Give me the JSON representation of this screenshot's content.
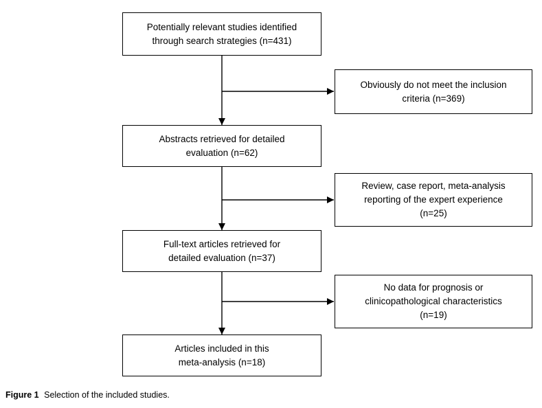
{
  "figure": {
    "caption_label": "Figure 1",
    "caption_text": "Selection of the included studies."
  },
  "flowchart": {
    "main_boxes": [
      {
        "id": "identified",
        "n": 431,
        "lines": [
          "Potentially relevant studies identified",
          "through search strategies (n=431)"
        ]
      },
      {
        "id": "abstracts-retrieved",
        "n": 62,
        "lines": [
          "Abstracts retrieved for detailed",
          "evaluation (n=62)"
        ]
      },
      {
        "id": "fulltext-retrieved",
        "n": 37,
        "lines": [
          "Full-text articles retrieved for",
          "detailed evaluation (n=37)"
        ]
      },
      {
        "id": "included",
        "n": 18,
        "lines": [
          "Articles included in this",
          "meta-analysis (n=18)"
        ]
      }
    ],
    "exclusion_boxes": [
      {
        "id": "not-meeting-inclusion-criteria",
        "n": 369,
        "lines": [
          "Obviously do not meet the inclusion",
          "criteria (n=369)"
        ]
      },
      {
        "id": "review-case-report-meta-analysis",
        "n": 25,
        "lines": [
          "Review, case report, meta-analysis",
          "reporting of the expert experience",
          "(n=25)"
        ]
      },
      {
        "id": "no-prognosis-data",
        "n": 19,
        "lines": [
          "No data for prognosis or",
          "clinicopathological characteristics",
          "(n=19)"
        ]
      }
    ]
  },
  "colors": {
    "background": "#ffffff",
    "box_fill": "#ffffff",
    "box_border": "#000000",
    "text": "#000000",
    "connector": "#000000"
  }
}
